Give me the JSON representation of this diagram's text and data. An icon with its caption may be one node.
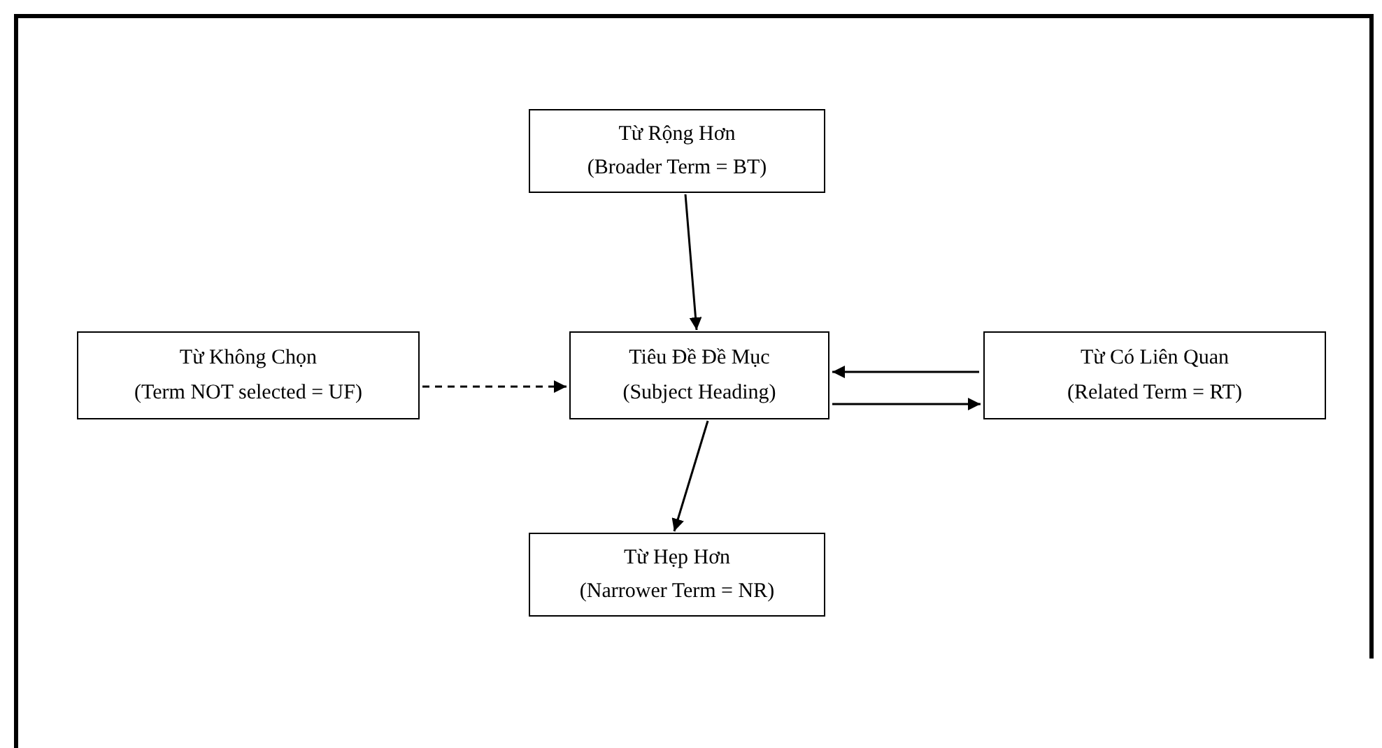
{
  "diagram": {
    "nodes": [
      {
        "text": [
          "Từ Rộng Hơn",
          "(Broader Term = BT)"
        ]
      },
      {
        "text": [
          "Từ Không Chọn",
          "(Term NOT selected = UF)"
        ]
      },
      {
        "text": [
          "Tiêu Đề Đề Mục",
          "(Subject Heading)"
        ]
      },
      {
        "text": [
          "Từ Có Liên Quan",
          "(Related Term = RT)"
        ]
      },
      {
        "text": [
          "Từ Hẹp Hơn",
          "(Narrower Term = NR)"
        ]
      }
    ],
    "edges": [
      {
        "from": 0,
        "to": 2,
        "arrow": "to"
      },
      {
        "from": 1,
        "to": 2,
        "arrow": "to",
        "style": "dashed"
      },
      {
        "from": 3,
        "to": 2,
        "arrow": "to"
      },
      {
        "from": 2,
        "to": 3,
        "arrow": "to"
      },
      {
        "from": 2,
        "to": 4,
        "arrow": "to"
      }
    ]
  }
}
